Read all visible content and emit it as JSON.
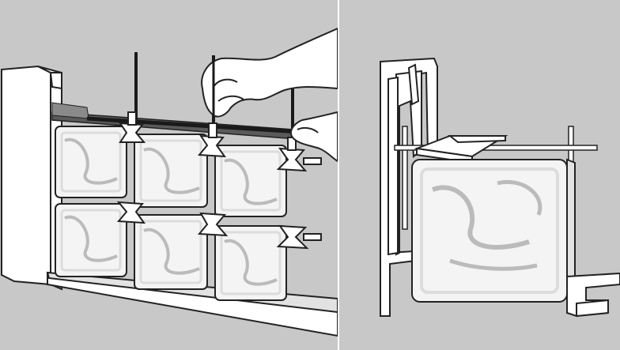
{
  "figure": {
    "panels": [
      {
        "id": "left",
        "subject": "glass-block-wall-assembly-with-spacers"
      },
      {
        "id": "right",
        "subject": "glass-block-edge-channel-detail"
      }
    ],
    "colors": {
      "background": "#c8c8c8",
      "glass": "#f4f4f4",
      "glass_shade": "#dcdcdc",
      "outline": "#222222",
      "wall": "#ffffff",
      "spacer": "#ffffff",
      "rod": "#1a1a1a",
      "tape": "#5a5a5a"
    },
    "icons": [
      "hand-icon",
      "spacer-icon",
      "glass-block-icon"
    ]
  }
}
